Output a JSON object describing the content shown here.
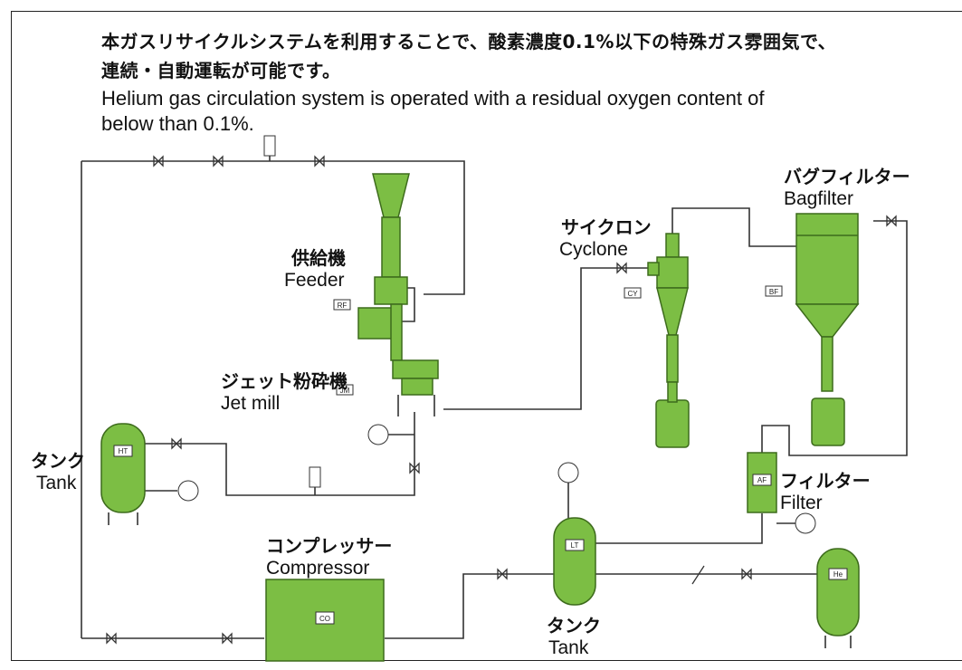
{
  "caption": {
    "jp_line1": "本ガスリサイクルシステムを利用することで、酸素濃度0.1%以下の特殊ガス雰囲気で、",
    "jp_line2": "連続・自動運転が可能です。",
    "en_line1": "Helium gas circulation system is operated with a residual oxygen content of",
    "en_line2": "below than 0.1%."
  },
  "labels": {
    "feeder_jp": "供給機",
    "feeder_en": "Feeder",
    "jetmill_jp": "ジェット粉砕機",
    "jetmill_en": "Jet mill",
    "cyclone_jp": "サイクロン",
    "cyclone_en": "Cyclone",
    "bagfilter_jp": "バグフィルター",
    "bagfilter_en": "Bagfilter",
    "tank_left_jp": "タンク",
    "tank_left_en": "Tank",
    "compressor_jp": "コンプレッサー",
    "compressor_en": "Compressor",
    "tank_bottom_jp": "タンク",
    "tank_bottom_en": "Tank",
    "filter_jp": "フィルター",
    "filter_en": "Filter"
  },
  "tags": {
    "feeder": "RF",
    "jetmill": "JM",
    "cyclone": "CY",
    "bagfilter": "BF",
    "tank_left": "HT",
    "compressor": "CO",
    "tank_bottom": "LT",
    "filter": "AF",
    "gas_cylinder": "He"
  },
  "colors": {
    "equipment_fill": "#7cbe44",
    "equipment_edge": "#3d6b1c",
    "pipe": "#333333"
  }
}
